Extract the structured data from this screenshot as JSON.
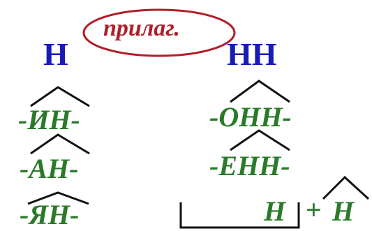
{
  "badge": {
    "text": "прилаг.",
    "color": "#b01e2a"
  },
  "left": {
    "header": "Н",
    "suffixes": [
      "-ИН-",
      "-АН-",
      "-ЯН-"
    ]
  },
  "right": {
    "header": "НН",
    "suffixes": [
      "-ОНН-",
      "-ЕНН-"
    ],
    "formula": {
      "a": "Н",
      "op": "+",
      "b": "Н"
    }
  },
  "colors": {
    "header": "#1a1ab4",
    "suffix": "#2a7a2a",
    "lines": "#111111"
  }
}
